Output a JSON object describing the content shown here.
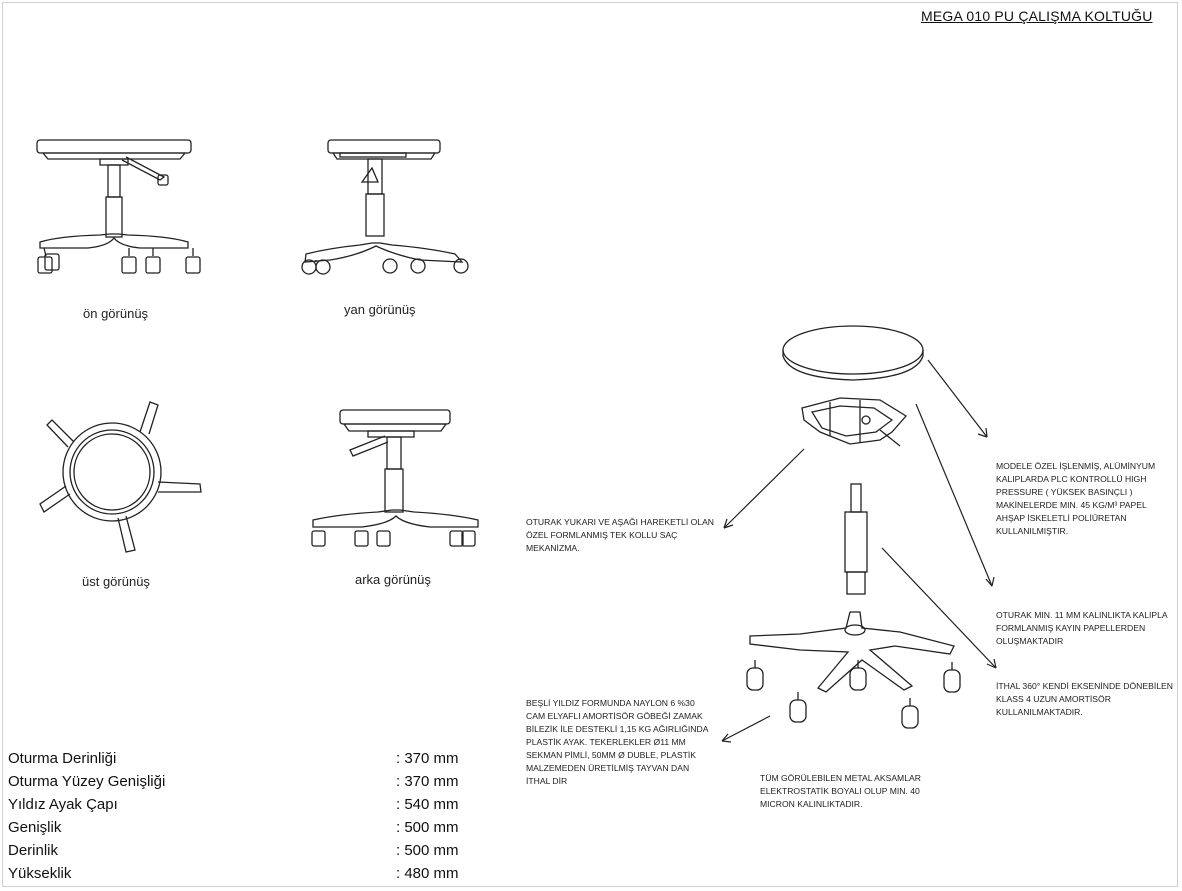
{
  "document": {
    "title": "MEGA 010 PU ÇALIŞMA KOLTUĞU"
  },
  "views": {
    "front": "ön görünüş",
    "side": "yan görünüş",
    "top": "üst görünüş",
    "back": "arka görünüş"
  },
  "notes": {
    "mechanism": "OTURAK YUKARI VE AŞAĞI HAREKETLİ OLAN ÖZEL FORMLANMIŞ TEK KOLLU SAÇ MEKANİZMA.",
    "seat_pu": "MODELE ÖZEL İŞLENMİŞ, ALÜMİNYUM KALIPLARDA PLC KONTROLLÜ HIGH PRESSURE ( YÜKSEK BASINÇLI ) MAKİNELERDE Min. 45 Kg/m³ PAPEL AHŞAP İSKELETLİ POLİÜRETAN KULLANILMIŞTIR.",
    "seat_plywood": "OTURAK min. 11 mm KALINLIKTA KALIPLA FORMLANMIŞ KAYIN PAPELLERDEN OLUŞMAKTADIR",
    "gas_lift": "İTHAL 360° KENDİ EKSENİNDE DÖNEBİLEN KLASS 4 UZUN AMORTİSÖR KULLANILMAKTADIR.",
    "base": "BEŞLİ YILDIZ FORMUNDA NAYLON 6 %30 CAM ELYAFLI AMORTİSÖR GÖBEĞİ ZAMAK BİLEZİK İLE DESTEKLİ 1,15 Kg AĞIRLIĞINDA PLASTİK AYAK. TEKERLEKLER Ø11 mm SEKMAN PİMLİ, 50mm Ø DUBLE, PLASTİK MALZEMEDEN ÜRETİLMİŞ TAYVAN DAN İTHAL DİR",
    "metal": "TÜM GÖRÜLEBİLEN METAL AKSAMLAR ELEKTROSTATİK BOYALI OLUP min. 40 micron KALINLIKTADIR."
  },
  "specs": [
    {
      "label": "Oturma Derinliği",
      "value": ": 370 mm"
    },
    {
      "label": "Oturma Yüzey Genişliği",
      "value": ": 370 mm"
    },
    {
      "label": "Yıldız Ayak Çapı",
      "value": ": 540 mm"
    },
    {
      "label": "Genişlik",
      "value": ": 500 mm"
    },
    {
      "label": "Derinlik",
      "value": ": 500 mm"
    },
    {
      "label": "Yükseklik",
      "value": ": 480 mm"
    }
  ]
}
